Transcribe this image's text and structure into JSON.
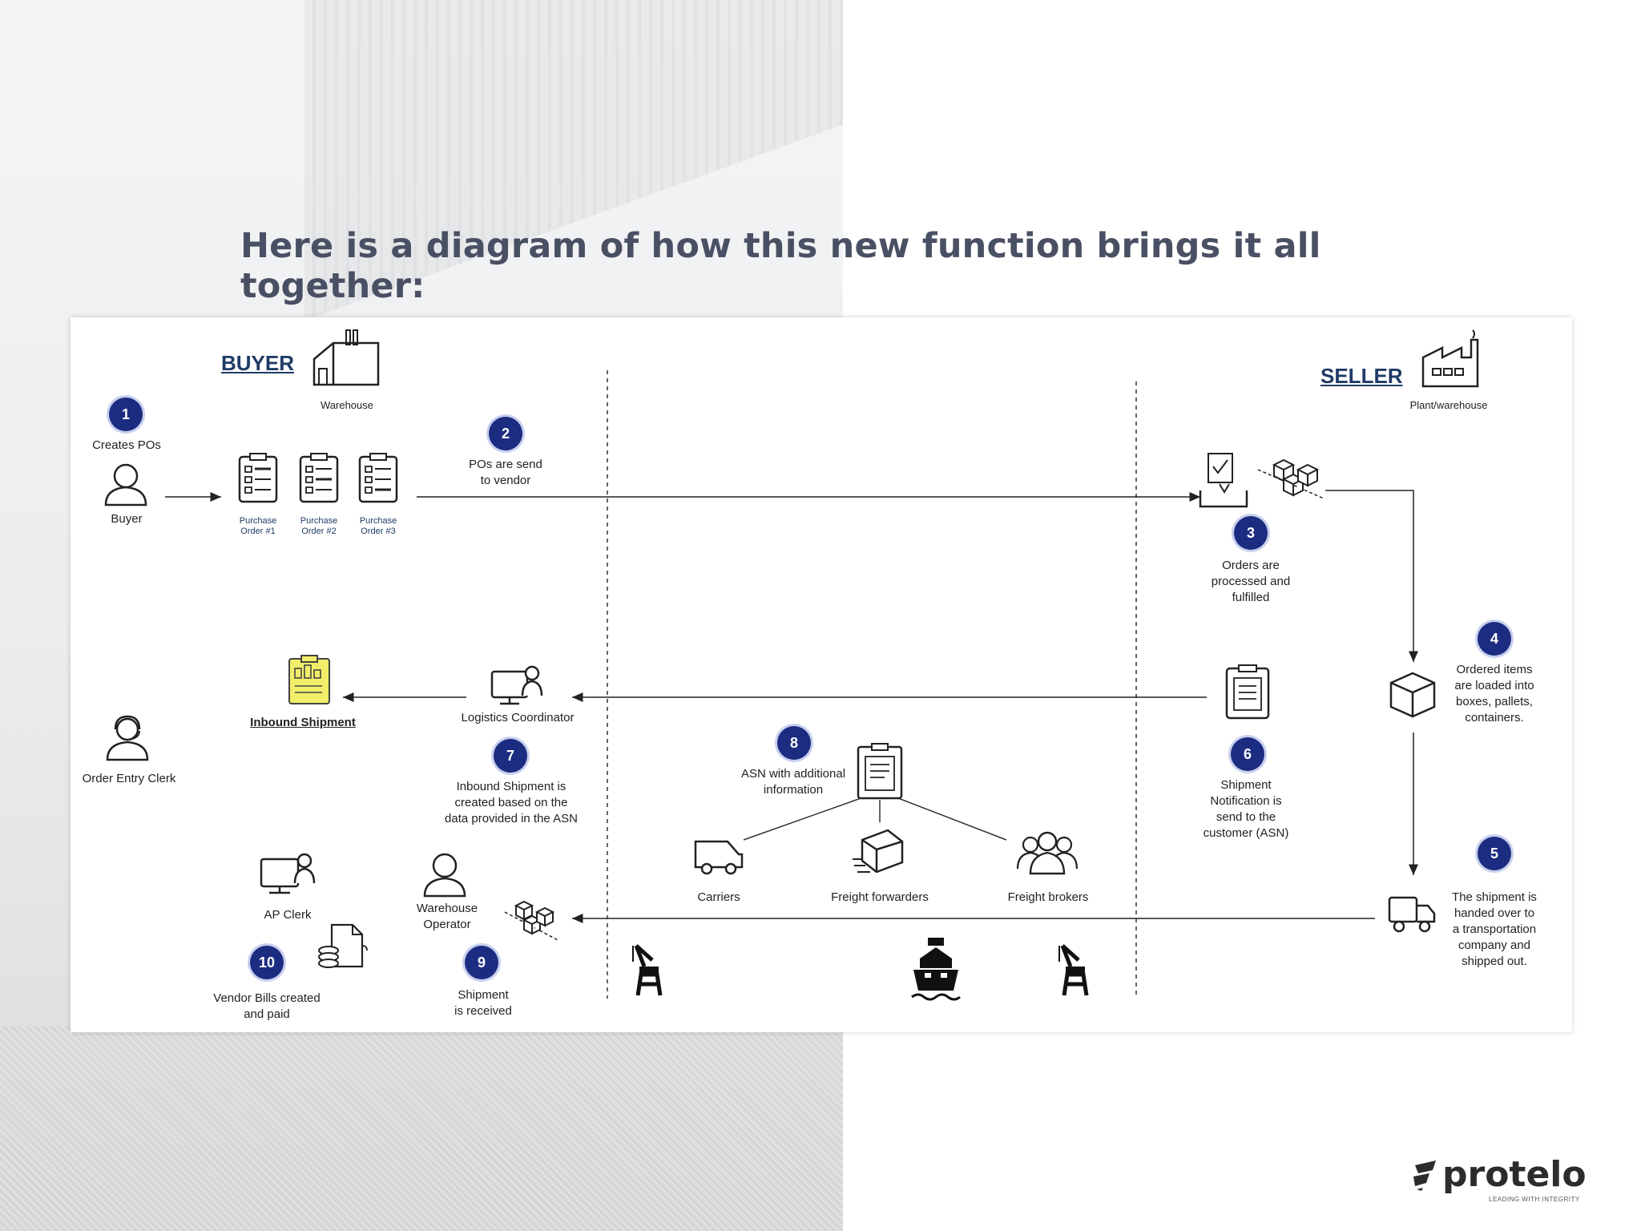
{
  "headline": "Here is a diagram of how this new function brings it all together:",
  "buyer": {
    "title": "BUYER",
    "warehouse": "Warehouse",
    "buyer_label": "Buyer",
    "creates_pos": "Creates POs",
    "po1": "Purchase\nOrder #1",
    "po2": "Purchase\nOrder #2",
    "po3": "Purchase\nOrder #3",
    "inbound_shipment": "Inbound Shipment",
    "order_entry_clerk": "Order Entry Clerk",
    "logistics_coordinator": "Logistics Coordinator",
    "ap_clerk": "AP Clerk",
    "warehouse_operator": "Warehouse\nOperator"
  },
  "seller": {
    "title": "SELLER",
    "plant": "Plant/warehouse"
  },
  "carriers": {
    "carriers": "Carriers",
    "freight_forwarders": "Freight forwarders",
    "freight_brokers": "Freight brokers"
  },
  "steps": [
    {
      "num": "1",
      "text": "Creates POs"
    },
    {
      "num": "2",
      "text": "POs are send\nto vendor"
    },
    {
      "num": "3",
      "text": "Orders are\nprocessed and\nfulfilled"
    },
    {
      "num": "4",
      "text": "Ordered items\nare loaded into\nboxes, pallets,\ncontainers."
    },
    {
      "num": "5",
      "text": "The shipment is\nhanded over to\na transportation\ncompany and\nshipped out."
    },
    {
      "num": "6",
      "text": "Shipment\nNotification is\nsend to the\ncustomer (ASN)"
    },
    {
      "num": "7",
      "text": "Inbound Shipment is\ncreated based on the\ndata provided in the ASN"
    },
    {
      "num": "8",
      "text": "ASN with additional\ninformation"
    },
    {
      "num": "9",
      "text": "Shipment\nis received"
    },
    {
      "num": "10",
      "text": "Vendor Bills created\nand paid"
    }
  ],
  "logo": {
    "name": "protelo",
    "tagline": "LEADING WITH INTEGRITY"
  },
  "colors": {
    "step_fill": "#1c2c80",
    "party_title": "#1f3b66",
    "inbound_icon": "#f2ee6a"
  }
}
